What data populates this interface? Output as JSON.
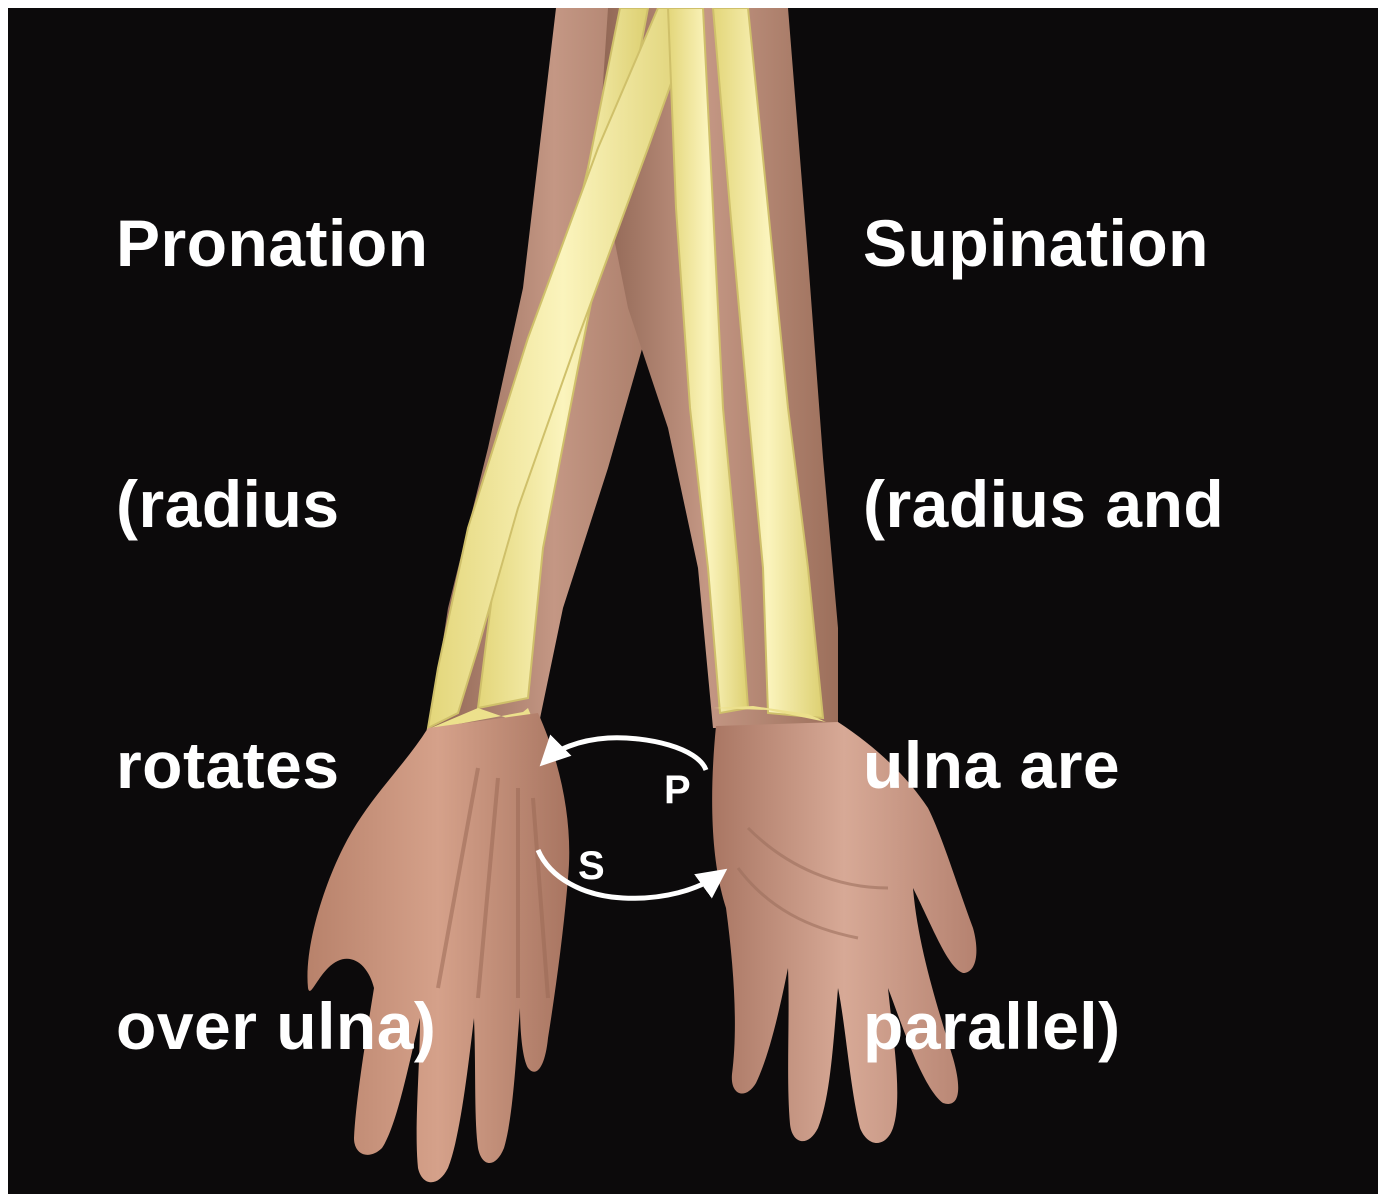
{
  "pronation": {
    "lines": [
      "Pronation",
      "(radius",
      "rotates",
      "over ulna)"
    ]
  },
  "supination": {
    "lines": [
      "Supination",
      "(radius and",
      "ulna are",
      "parallel)"
    ]
  },
  "rotation_arrows": {
    "p_label": "P",
    "s_label": "S"
  },
  "colors": {
    "background": "#0c0a0b",
    "skin": "#b98a74",
    "bone": "#f4eba2",
    "text": "#ffffff"
  }
}
